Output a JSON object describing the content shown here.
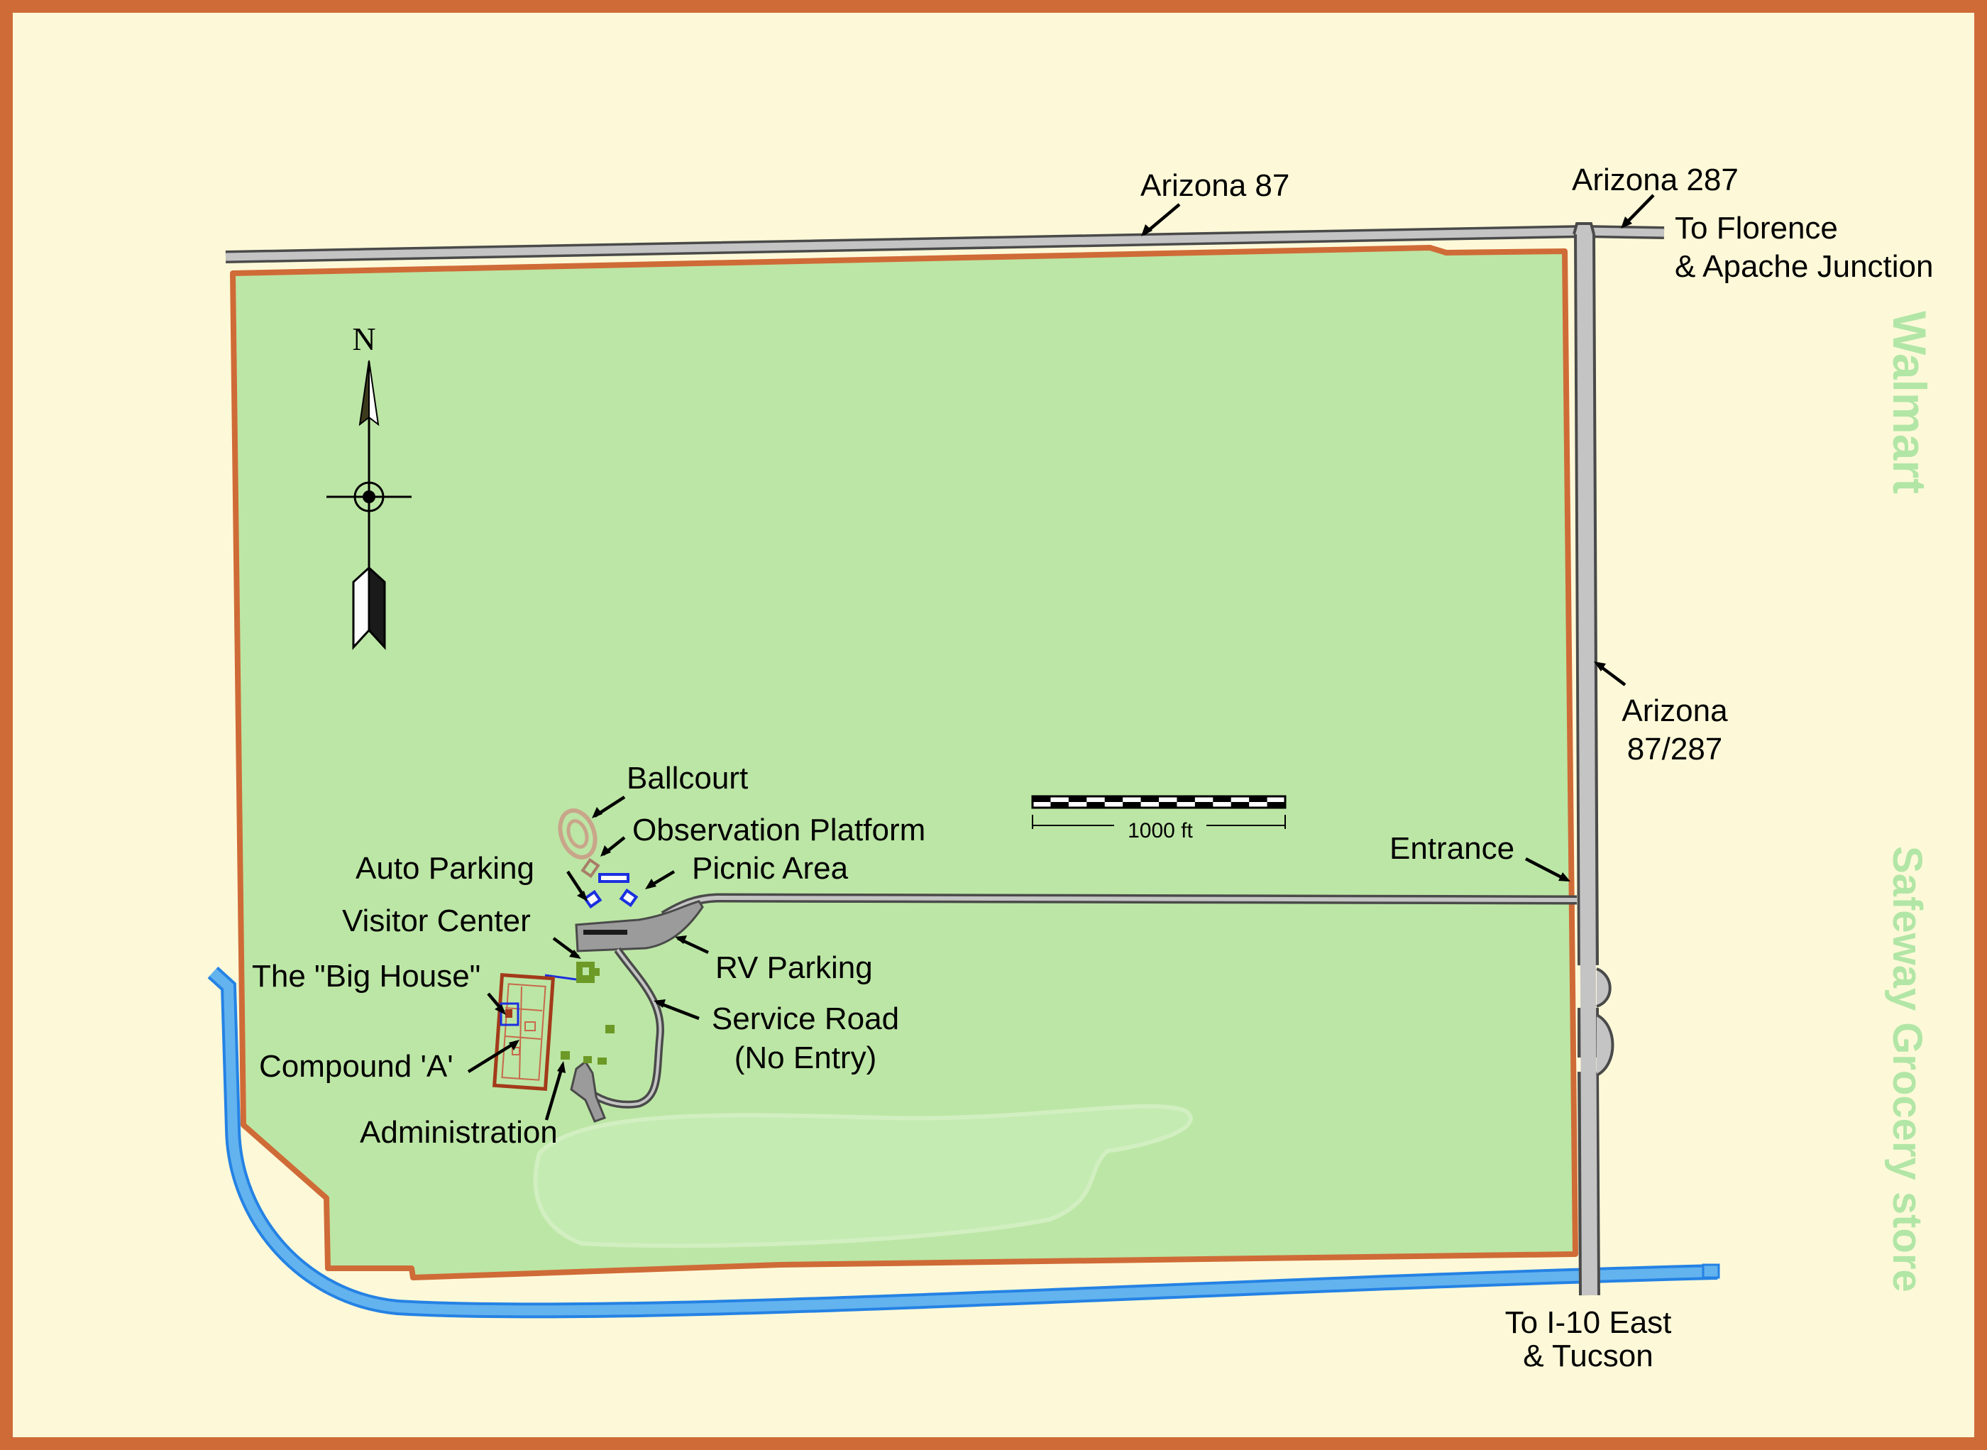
{
  "map": {
    "labels": {
      "arizona_87": "Arizona 87",
      "arizona_287": "Arizona 287",
      "to_florence_1": "To Florence",
      "to_florence_2": "& Apache Junction",
      "arizona_87_287_1": "Arizona",
      "arizona_87_287_2": "87/287",
      "entrance": "Entrance",
      "ballcourt": "Ballcourt",
      "observation_platform": "Observation Platform",
      "auto_parking": "Auto Parking",
      "picnic_area": "Picnic Area",
      "visitor_center": "Visitor Center",
      "rv_parking": "RV Parking",
      "big_house": "The \"Big House\"",
      "service_road_1": "Service Road",
      "service_road_2": "(No Entry)",
      "compound_a": "Compound 'A'",
      "administration": "Administration",
      "to_i10_1": "To I-10 East",
      "to_i10_2": "& Tucson",
      "north": "N",
      "walmart": "Walmart",
      "safeway": "Safeway Grocery store"
    },
    "scale_bar": {
      "label": "1000 ft",
      "distance_ft": 1000
    },
    "colors": {
      "page_background": "#fdf9d8",
      "frame": "#cf6b37",
      "park_fill": "#bce6a5",
      "park_boundary": "#cf6b37",
      "highway": "#c4c4c4",
      "river": "#63b3ee",
      "ruins": "#a33a1a",
      "buildings": "#6d9a26",
      "picnic": "#1b2fe0",
      "ballcourt": "#c9a58a",
      "store_text": "#b2e6a6"
    }
  }
}
